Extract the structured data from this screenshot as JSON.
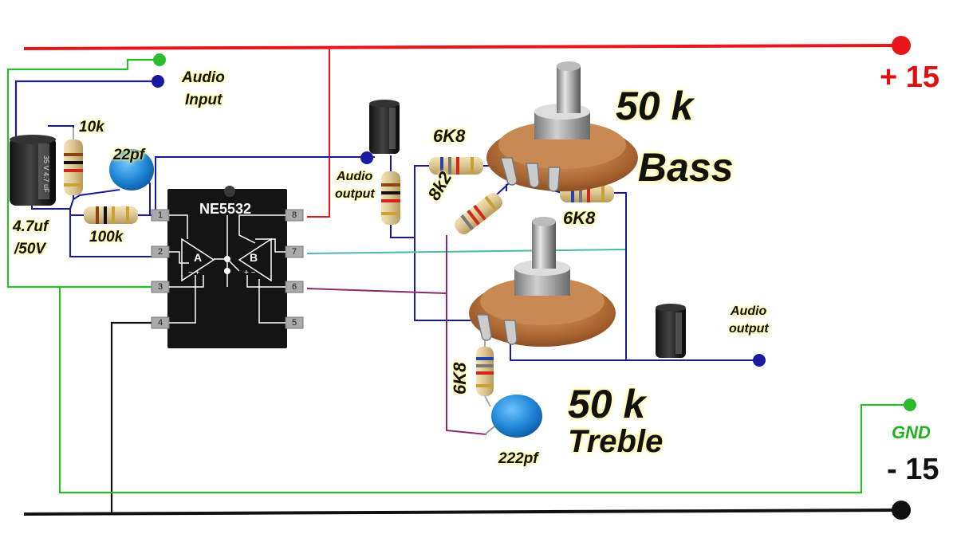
{
  "chip": {
    "name": "NE5532",
    "amp_a": "A",
    "amp_b": "B",
    "pins_left": [
      "1",
      "2",
      "3",
      "4"
    ],
    "pins_right": [
      "8",
      "7",
      "6",
      "5"
    ]
  },
  "labels": {
    "audio_input": [
      "Audio",
      "Input"
    ],
    "audio_output_1": [
      "Audio",
      "output"
    ],
    "audio_output_2": [
      "Audio",
      "output"
    ],
    "r_10k": "10k",
    "c_22pf": "22pf",
    "c_4u7": [
      "4.7uf",
      "/50V"
    ],
    "r_100k": "100k",
    "r_6k8_top": "6K8",
    "r_8k2": "8k2",
    "r_6k8_mid": "6K8",
    "r_6k8_bottom": "6K8",
    "c_222pf": "222pf",
    "pot_bass": [
      "50 k",
      "Bass"
    ],
    "pot_treble": [
      "50 k",
      "Treble"
    ],
    "plus15": "+ 15",
    "gnd": "GND",
    "minus15": "- 15"
  },
  "colors": {
    "positive_rail": "#e8151b",
    "negative_rail": "#111111",
    "ground": "#2bbb2b",
    "signal_blue": "#1a1aa0",
    "teal": "#4fb7a8",
    "purple": "#8b2a6a",
    "gnd_label": "#22b022",
    "plus_label": "#e01010"
  }
}
